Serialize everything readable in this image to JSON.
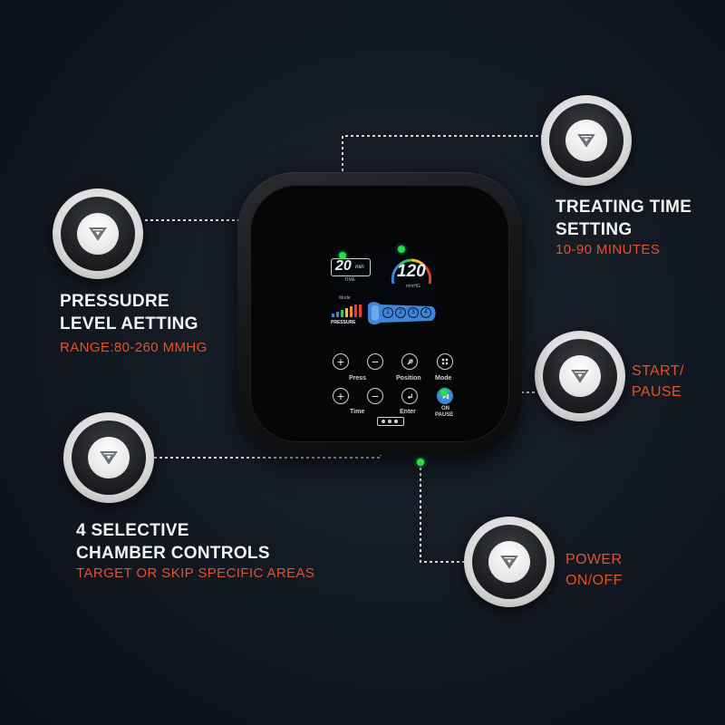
{
  "callouts": {
    "pressure": {
      "title": "PRESSUDRE\nLEVEL AETTING",
      "sub": "RANGE:80-260 MMHG"
    },
    "time": {
      "title": "TREATING TIME\nSETTING",
      "sub": "10-90 MINUTES"
    },
    "start": {
      "sub": "START/\nPAUSE"
    },
    "chamber": {
      "title": "4 SELECTIVE\nCHAMBER CONTROLS",
      "sub": "TARGET OR SKIP SPECIFIC AREAS"
    },
    "power": {
      "sub": "POWER\nON/OFF"
    }
  },
  "lcd": {
    "time_value": "20",
    "time_unit": "min",
    "time_label": "TIME",
    "pressure_value": "120",
    "pressure_unit": "mmHG",
    "mode_label": "Mode",
    "pressure_label": "PRESSURE",
    "chambers": [
      "1",
      "2",
      "3",
      "4"
    ]
  },
  "buttons": {
    "press_label": "Press",
    "time_label": "Time",
    "position_label": "Position",
    "enter_label": "Enter",
    "mode_label": "Mode",
    "on_label": "ON",
    "pause_label": "PAUSE"
  },
  "colors": {
    "accent_red": "#e4512a",
    "indicator_green": "#2bd94a",
    "lcd_blue": "#3f86d9"
  }
}
